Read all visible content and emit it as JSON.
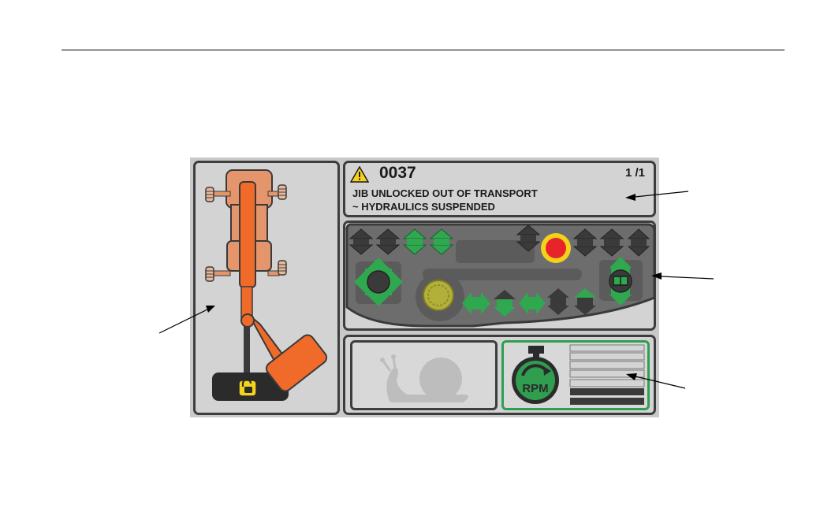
{
  "message": {
    "code": "0037",
    "page": "1 /1",
    "line1": "JIB UNLOCKED OUT OF TRANSPORT",
    "line2": "~ HYDRAULICS SUSPENDED"
  },
  "rpm": {
    "label": "RPM"
  },
  "colors": {
    "machine_orange": "#f06a2a",
    "machine_light": "#e4956b",
    "control_green": "#2fa84f",
    "control_dark": "#3a3a3a",
    "stop_red": "#e8242a",
    "stop_ring": "#f4d21b",
    "lock_yellow": "#f5d31c",
    "rpm_green": "#2f9e4f"
  },
  "icons": [
    "warning-icon",
    "padlock-icon",
    "snail-icon",
    "rpm-icon",
    "stop-button-icon",
    "joystick-icon"
  ]
}
